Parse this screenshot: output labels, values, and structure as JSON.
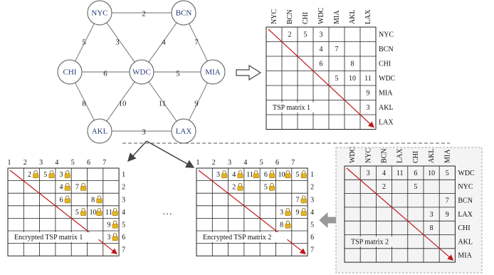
{
  "graph": {
    "nodes": [
      {
        "id": "NYC",
        "label": "NYC"
      },
      {
        "id": "BCN",
        "label": "BCN"
      },
      {
        "id": "CHI",
        "label": "CHI"
      },
      {
        "id": "WDC",
        "label": "WDC"
      },
      {
        "id": "MIA",
        "label": "MIA"
      },
      {
        "id": "AKL",
        "label": "AKL"
      },
      {
        "id": "LAX",
        "label": "LAX"
      }
    ],
    "edges": [
      {
        "from": "NYC",
        "to": "BCN",
        "w": "2"
      },
      {
        "from": "NYC",
        "to": "CHI",
        "w": "5"
      },
      {
        "from": "NYC",
        "to": "WDC",
        "w": "3"
      },
      {
        "from": "BCN",
        "to": "WDC",
        "w": "4"
      },
      {
        "from": "BCN",
        "to": "MIA",
        "w": "7"
      },
      {
        "from": "CHI",
        "to": "WDC",
        "w": "6"
      },
      {
        "from": "WDC",
        "to": "MIA",
        "w": "5"
      },
      {
        "from": "CHI",
        "to": "AKL",
        "w": "8"
      },
      {
        "from": "WDC",
        "to": "AKL",
        "w": "10"
      },
      {
        "from": "WDC",
        "to": "LAX",
        "w": "11"
      },
      {
        "from": "MIA",
        "to": "LAX",
        "w": "9"
      },
      {
        "from": "AKL",
        "to": "LAX",
        "w": "3"
      }
    ]
  },
  "matrix1": {
    "caption": "TSP matrix 1",
    "col_labels": [
      "NYC",
      "BCN",
      "CHI",
      "WDC",
      "MIA",
      "AKL",
      "LAX"
    ],
    "row_labels": [
      "NYC",
      "BCN",
      "CHI",
      "WDC",
      "MIA",
      "AKL",
      "LAX"
    ],
    "cells": [
      [
        0,
        1,
        "2"
      ],
      [
        0,
        2,
        "5"
      ],
      [
        0,
        3,
        "3"
      ],
      [
        1,
        3,
        "4"
      ],
      [
        1,
        4,
        "7"
      ],
      [
        2,
        3,
        "6"
      ],
      [
        2,
        5,
        "8"
      ],
      [
        3,
        4,
        "5"
      ],
      [
        3,
        5,
        "10"
      ],
      [
        3,
        6,
        "11"
      ],
      [
        4,
        6,
        "9"
      ],
      [
        5,
        6,
        "3"
      ]
    ]
  },
  "matrix_enc1": {
    "caption": "Encrypted TSP matrix 1",
    "col_labels": [
      "1",
      "2",
      "3",
      "4",
      "5",
      "6",
      "7"
    ],
    "row_labels": [
      "1",
      "2",
      "3",
      "4",
      "5",
      "6",
      "7"
    ],
    "cells": [
      [
        0,
        1,
        "2"
      ],
      [
        0,
        2,
        "5"
      ],
      [
        0,
        3,
        "3"
      ],
      [
        1,
        3,
        "4"
      ],
      [
        1,
        4,
        "7"
      ],
      [
        2,
        3,
        "6"
      ],
      [
        2,
        5,
        "8"
      ],
      [
        3,
        4,
        "5"
      ],
      [
        3,
        5,
        "10"
      ],
      [
        3,
        6,
        "11"
      ],
      [
        4,
        6,
        "9"
      ],
      [
        5,
        6,
        "3"
      ]
    ]
  },
  "matrix_enc2": {
    "caption": "Encrypted TSP matrix 2",
    "col_labels": [
      "1",
      "2",
      "3",
      "4",
      "5",
      "6",
      "7"
    ],
    "row_labels": [
      "1",
      "2",
      "3",
      "4",
      "5",
      "6",
      "7"
    ],
    "cells": [
      [
        0,
        1,
        "3"
      ],
      [
        0,
        2,
        "4"
      ],
      [
        0,
        3,
        "11"
      ],
      [
        0,
        4,
        "6"
      ],
      [
        0,
        5,
        "10"
      ],
      [
        0,
        6,
        "5"
      ],
      [
        1,
        2,
        "2"
      ],
      [
        1,
        4,
        "5"
      ],
      [
        2,
        6,
        "7"
      ],
      [
        3,
        5,
        "3"
      ],
      [
        3,
        6,
        "9"
      ],
      [
        4,
        5,
        "8"
      ]
    ]
  },
  "matrix2": {
    "caption": "TSP matrix 2",
    "col_labels": [
      "WDC",
      "NYC",
      "BCN",
      "LAX",
      "CHI",
      "AKL",
      "MIA"
    ],
    "row_labels": [
      "WDC",
      "NYC",
      "BCN",
      "LAX",
      "CHI",
      "AKL",
      "MIA"
    ],
    "cells": [
      [
        0,
        1,
        "3"
      ],
      [
        0,
        2,
        "4"
      ],
      [
        0,
        3,
        "11"
      ],
      [
        0,
        4,
        "6"
      ],
      [
        0,
        5,
        "10"
      ],
      [
        0,
        6,
        "5"
      ],
      [
        1,
        2,
        "2"
      ],
      [
        1,
        4,
        "5"
      ],
      [
        2,
        6,
        "7"
      ],
      [
        3,
        5,
        "3"
      ],
      [
        3,
        6,
        "9"
      ],
      [
        4,
        5,
        "8"
      ]
    ]
  },
  "ellipsis": "···",
  "colors": {
    "node_text": "#1f3a73",
    "diag": "#c0171b",
    "lock": "#e8b21c",
    "panel": "#f4f4f4",
    "arrow_gray": "#9a9a9a"
  }
}
